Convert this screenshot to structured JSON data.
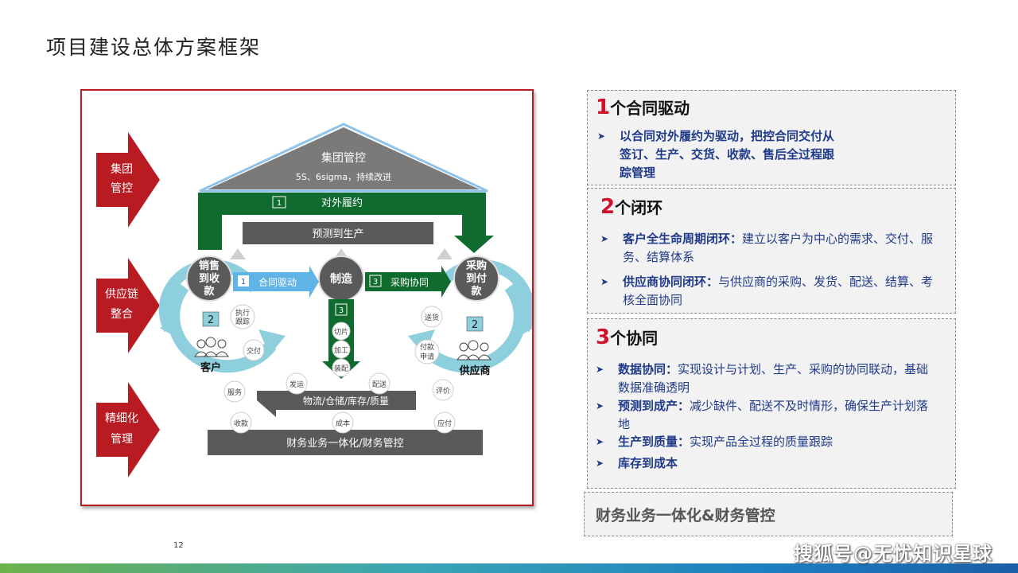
{
  "page": {
    "title": "项目建设总体方案框架",
    "page_number": "12",
    "watermark": "搜狐号@无忧知识星球"
  },
  "diagram": {
    "side_labels": [
      {
        "line1": "集团",
        "line2": "管控"
      },
      {
        "line1": "供应链",
        "line2": "整合"
      },
      {
        "line1": "精细化",
        "line2": "管理"
      }
    ],
    "roof": {
      "title": "集团管控",
      "subtitle": "5S、6sigma，持续改进"
    },
    "outer_fulfillment": {
      "num": "1",
      "label": "对外履约"
    },
    "forecast_bar": "预测到生产",
    "sales": {
      "line1": "销售",
      "line2": "到收",
      "line3": "款"
    },
    "manufacture": "制造",
    "procurement": {
      "line1": "采购",
      "line2": "到付",
      "line3": "款"
    },
    "contract_drive": {
      "num": "1",
      "label": "合同驱动"
    },
    "purchase_collab": {
      "num": "3",
      "label": "采购协同"
    },
    "mfg_num": "3",
    "mfg_steps": [
      "切片",
      "加工",
      "装配"
    ],
    "left_cycle": {
      "num": "2",
      "label": "客户",
      "nodes": [
        "执行跟踪",
        "交付",
        "服务"
      ]
    },
    "right_cycle": {
      "num": "2",
      "label": "供应商",
      "nodes": [
        "送货",
        "付款申请",
        "评价"
      ]
    },
    "logistics": {
      "label": "物流/仓储/库存/质量",
      "nodes": [
        "发运",
        "配送"
      ]
    },
    "finance_nodes": [
      "收款",
      "成本",
      "应付"
    ],
    "finance_bar": "财务业务一体化/财务管控"
  },
  "panels": {
    "p1": {
      "num": "1",
      "title": "个合同驱动",
      "bullets": [
        {
          "bold": "以合同对外履约为驱动，把控合同交付从签订、生产、交货、收款、售后全过程跟踪管理",
          "text": ""
        }
      ]
    },
    "p2": {
      "num": "2",
      "title": "个闭环",
      "bullets": [
        {
          "bold": "客户全生命周期闭环：",
          "text": "建立以客户为中心的需求、交付、服务、结算体系"
        },
        {
          "bold": "供应商协同闭环：",
          "text": "与供应商的采购、发货、配送、结算、考核全面协同"
        }
      ]
    },
    "p3": {
      "num": "3",
      "title": "个协同",
      "bullets": [
        {
          "bold": "数据协同：",
          "text": "实现设计与计划、生产、采购的协同联动，基础数据准确透明"
        },
        {
          "bold": "预测到成产：",
          "text": "减少缺件、配送不及时情形，确保生产计划落地"
        },
        {
          "bold": "生产到质量：",
          "text": "实现产品全过程的质量跟踪"
        },
        {
          "bold": "库存到成本",
          "text": ""
        }
      ]
    },
    "bottom": "财务业务一体化&财务管控"
  },
  "colors": {
    "accent_red": "#b81b22",
    "green": "#0f6b2e",
    "teal": "#8ecfdd",
    "dark_gray": "#5a5a5a",
    "text_blue": "#1f3a8a"
  }
}
